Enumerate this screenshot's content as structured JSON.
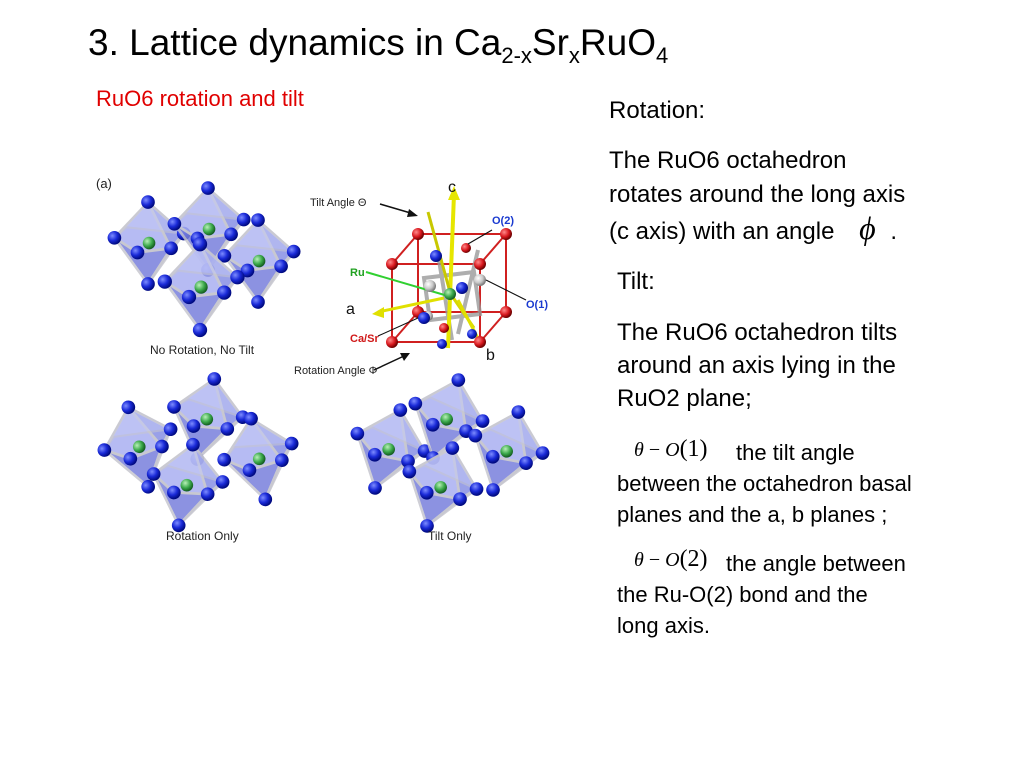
{
  "slide": {
    "title_main": "3. Lattice dynamics in Ca",
    "title_sub1": "2-x",
    "title_mid1": "Sr",
    "title_sub2": "x",
    "title_mid2": "RuO",
    "title_sub3": "4",
    "subtitle": "RuO6 rotation and tilt",
    "colors": {
      "subtitle": "#e00000",
      "octahedron": "#9fa6ee",
      "oxygen": "#1a2ad8",
      "ruthenium": "#3aa84a",
      "cell_edge": "#d02020",
      "ca_sr": "#d8181e"
    }
  },
  "figure": {
    "panel_label": "(a)",
    "caption_no_rotation": "No Rotation, No Tilt",
    "caption_rotation_only": "Rotation Only",
    "caption_tilt_only": "Tilt Only",
    "label_tilt_angle": "Tilt Angle Θ",
    "label_rotation_angle": "Rotation Angle Φ",
    "label_c": "c",
    "label_a": "a",
    "label_b": "b",
    "label_o2": "O(2)",
    "label_o1": "O(1)",
    "label_ru": "Ru",
    "label_casr": "Ca/Sr"
  },
  "text": {
    "rotation_heading": "Rotation:",
    "rotation_line1": "The RuO6 octahedron",
    "rotation_line2": "rotates around the long axis",
    "rotation_line3": "(c axis) with an angle",
    "phi_symbol": "ϕ",
    "rotation_period": ".",
    "tilt_heading": "Tilt:",
    "tilt_line1": "The RuO6 octahedron tilts",
    "tilt_line2": "around an axis lying in the",
    "tilt_line3": "RuO2 plane;",
    "eq1_theta": "θ",
    "eq1_minus": " − ",
    "eq1_o": "O",
    "eq1_arg": "(1)",
    "eq1_desc1": "the tilt angle",
    "eq1_desc2": "between the octahedron basal",
    "eq1_desc3": "planes and the a, b planes ;",
    "eq2_theta": "θ",
    "eq2_minus": " − ",
    "eq2_o": "O",
    "eq2_arg": "(2)",
    "eq2_desc1": "the angle between",
    "eq2_desc2": "the Ru-O(2) bond and the",
    "eq2_desc3": "long axis."
  }
}
